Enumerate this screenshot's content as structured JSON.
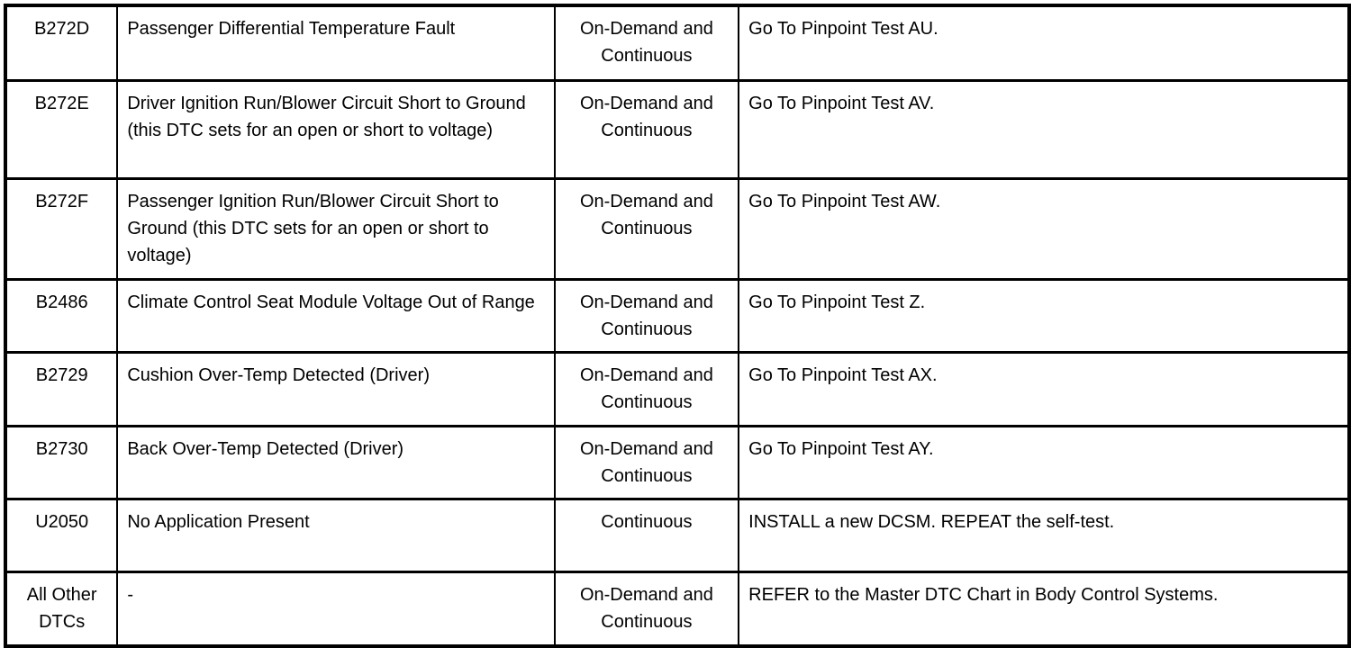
{
  "document": {
    "type": "dtc-diagnostic-trouble-code-chart",
    "columns": [
      {
        "key": "dtc",
        "align": "center"
      },
      {
        "key": "description",
        "align": "left"
      },
      {
        "key": "test_mode",
        "align": "center"
      },
      {
        "key": "action",
        "align": "left"
      }
    ]
  },
  "rows": [
    {
      "dtc": "B272D",
      "description": "Passenger Differential Temperature Fault",
      "test_mode": "On-Demand and Continuous",
      "action": "Go To Pinpoint Test AU."
    },
    {
      "dtc": "B272E",
      "description": "Driver Ignition Run/Blower Circuit Short to Ground (this DTC sets for an open or short to voltage)",
      "test_mode": "On-Demand and Continuous",
      "action": "Go To Pinpoint Test AV."
    },
    {
      "dtc": "B272F",
      "description": "Passenger Ignition Run/Blower Circuit Short to Ground (this DTC sets for an open or short to voltage)",
      "test_mode": "On-Demand and Continuous",
      "action": "Go To Pinpoint Test AW."
    },
    {
      "dtc": "B2486",
      "description": "Climate Control Seat Module Voltage Out of Range",
      "test_mode": "On-Demand and Continuous",
      "action": "Go To Pinpoint Test Z."
    },
    {
      "dtc": "B2729",
      "description": "Cushion Over-Temp Detected (Driver)",
      "test_mode": "On-Demand and Continuous",
      "action": "Go To Pinpoint Test AX."
    },
    {
      "dtc": "B2730",
      "description": "Back Over-Temp Detected (Driver)",
      "test_mode": "On-Demand and Continuous",
      "action": "Go To Pinpoint Test AY."
    },
    {
      "dtc": "U2050",
      "description": "No Application Present",
      "test_mode": "Continuous",
      "action": "INSTALL a new DCSM. REPEAT the self-test."
    },
    {
      "dtc": "All Other DTCs",
      "description": "-",
      "test_mode": "On-Demand and Continuous",
      "action": "REFER to the Master DTC Chart in Body Control Systems."
    }
  ],
  "colors": {
    "text": "#000000",
    "border": "#000000",
    "background": "#ffffff"
  }
}
